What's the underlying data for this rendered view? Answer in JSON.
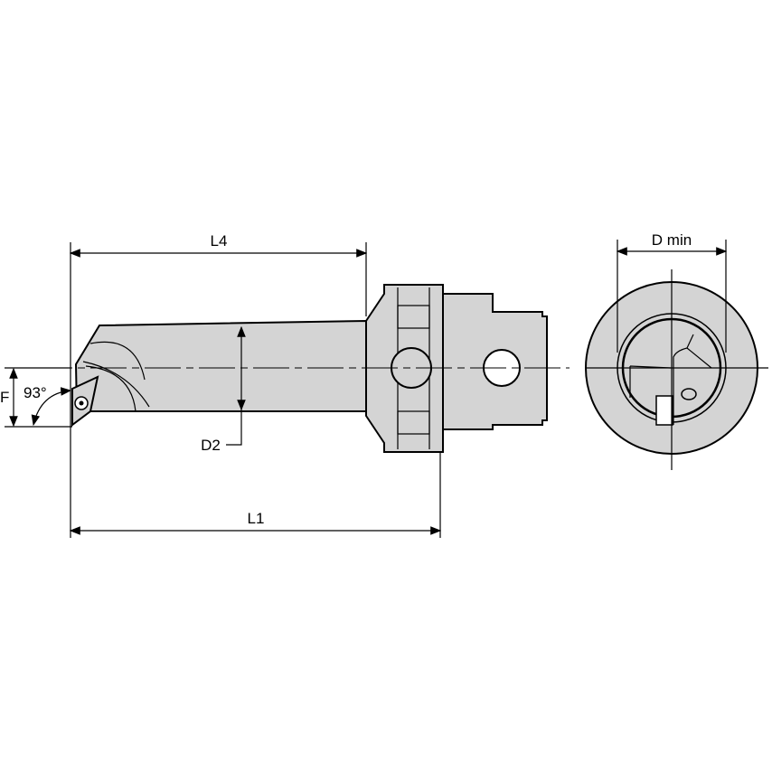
{
  "drawing": {
    "labels": {
      "l4": "L4",
      "l1": "L1",
      "d2": "D2",
      "f": "F",
      "angle": "93°",
      "d_min": "D min"
    },
    "colors": {
      "fill": "#d4d4d4",
      "line": "#000000"
    }
  }
}
